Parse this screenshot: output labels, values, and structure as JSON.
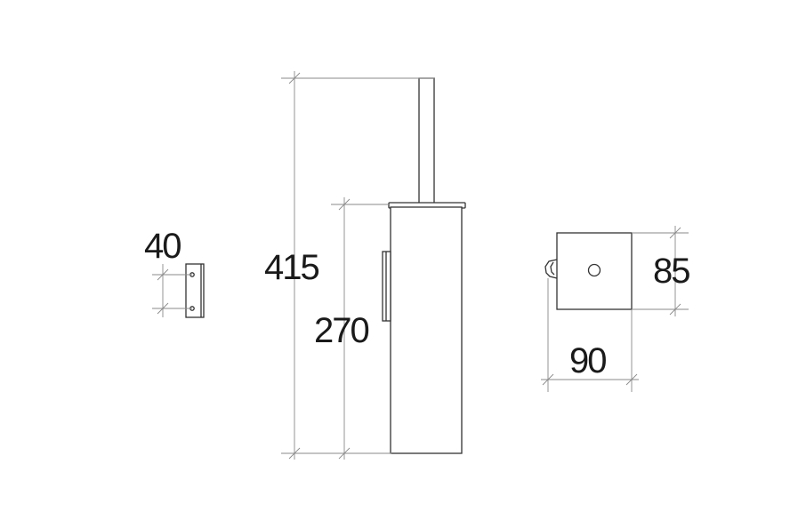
{
  "dimensions": {
    "bracket_width": "40",
    "total_height": "415",
    "container_height": "270",
    "depth": "85",
    "width": "90"
  }
}
